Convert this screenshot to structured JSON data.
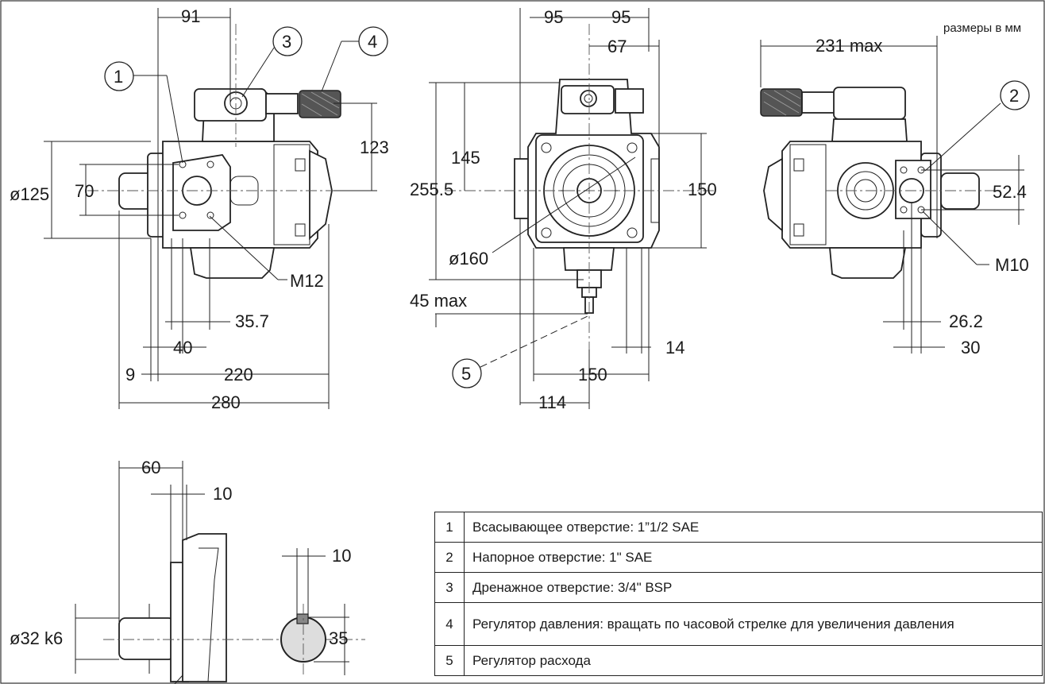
{
  "units_note": "размеры в мм",
  "callouts": [
    "1",
    "2",
    "3",
    "4",
    "5"
  ],
  "dimensions": {
    "front": {
      "d91": "91",
      "d123": "123",
      "d125": "ø125",
      "d70": "70",
      "m12": "M12",
      "d35_7": "35.7",
      "d40": "40",
      "d9": "9",
      "d220": "220",
      "d280": "280"
    },
    "side": {
      "d95a": "95",
      "d95b": "95",
      "d67": "67",
      "d145": "145",
      "d255_5": "255.5",
      "d150v": "150",
      "d160": "ø160",
      "d45": "45 max",
      "d14": "14",
      "d150h": "150",
      "d114": "114"
    },
    "rear": {
      "d231": "231 max",
      "d52_4": "52.4",
      "m10": "M10",
      "d26_2": "26.2",
      "d30": "30"
    },
    "shaft": {
      "d60": "60",
      "d10a": "10",
      "d32": "ø32 k6",
      "d10b": "10",
      "d35": "35"
    }
  },
  "legend": [
    {
      "num": "1",
      "text": "Всасывающее отверстие: 1”1/2 SAE"
    },
    {
      "num": "2",
      "text": "Напорное отверстие: 1\" SAE"
    },
    {
      "num": "3",
      "text": "Дренажное отверстие: 3/4\" BSP"
    },
    {
      "num": "4",
      "text": "Регулятор давления: вращать по часовой стрелке для увеличения давления"
    },
    {
      "num": "5",
      "text": "Регулятор расхода"
    }
  ]
}
